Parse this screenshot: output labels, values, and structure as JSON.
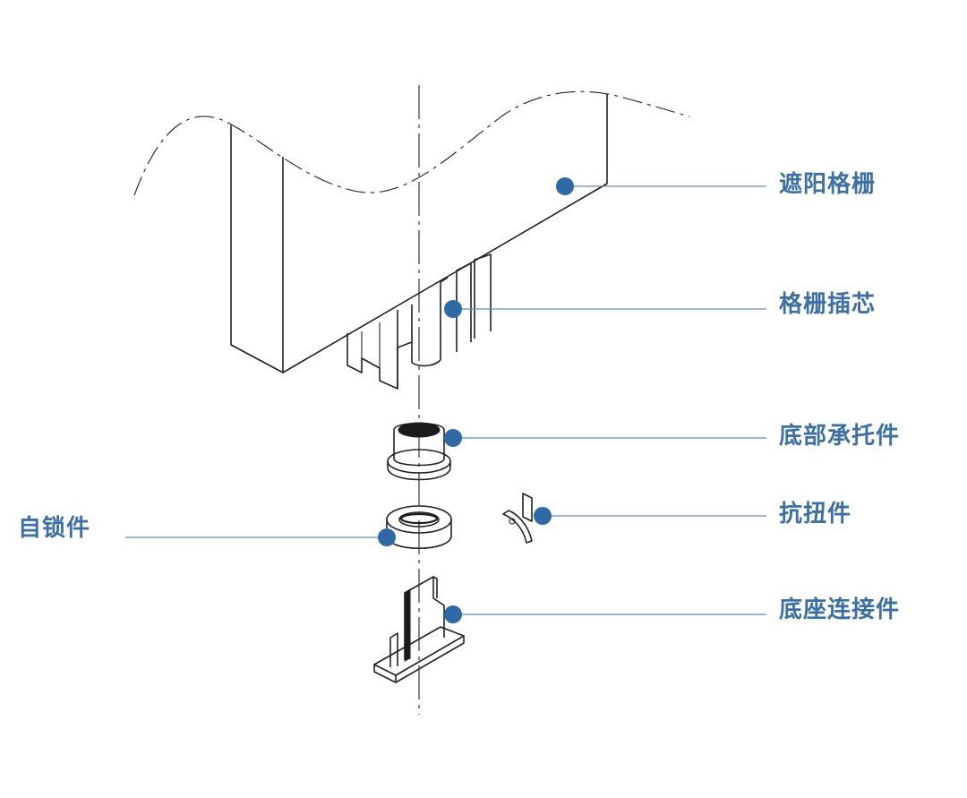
{
  "diagram": {
    "callouts": [
      {
        "id": "louver",
        "label": "遮阳格栅"
      },
      {
        "id": "core",
        "label": "格栅插芯"
      },
      {
        "id": "bearing",
        "label": "底部承托件"
      },
      {
        "id": "anti-torsion",
        "label": "抗扭件"
      },
      {
        "id": "base-connector",
        "label": "底座连接件"
      },
      {
        "id": "self-lock",
        "label": "自锁件"
      }
    ],
    "colors": {
      "label": "#3b6fa5",
      "leader": "#5b8ec4",
      "dot": "#2f6aa6",
      "line": "#222222"
    }
  }
}
